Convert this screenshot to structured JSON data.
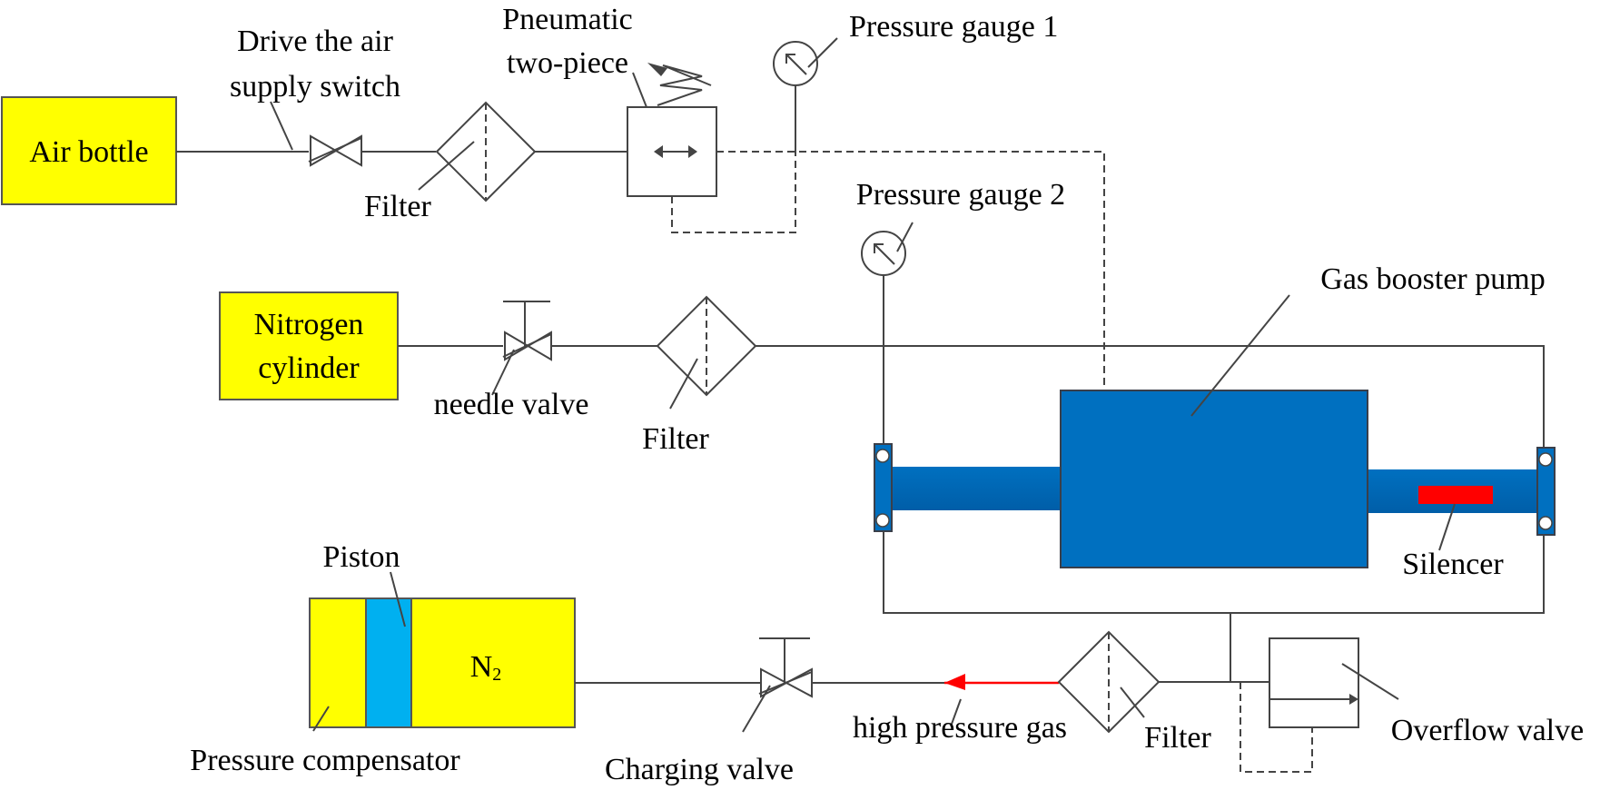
{
  "title": "Gas booster pump pressure charging system schematic",
  "colors": {
    "yellow_component": "#ffff00",
    "pump_blue": "#0070c0",
    "piston_blue": "#00b0f0",
    "silencer_red": "#ff0000",
    "flow_arrow_red": "#ff0000",
    "line": "#444444"
  },
  "labels": {
    "air_bottle": "Air bottle",
    "air_switch_line1": "Drive the air",
    "air_switch_line2": "supply switch",
    "filter": "Filter",
    "pneumatic_line1": "Pneumatic",
    "pneumatic_line2": "two-piece",
    "pressure_gauge_1": "Pressure gauge 1",
    "pressure_gauge_2": "Pressure gauge 2",
    "nitrogen_line1": "Nitrogen",
    "nitrogen_line2": "cylinder",
    "needle_valve": "needle valve",
    "gas_booster_pump": "Gas booster pump",
    "silencer": "Silencer",
    "piston": "Piston",
    "n2_main": "N",
    "n2_sub": "2",
    "pressure_compensator": "Pressure compensator",
    "charging_valve": "Charging valve",
    "high_pressure_gas": "high pressure gas",
    "overflow_valve": "Overflow valve"
  }
}
